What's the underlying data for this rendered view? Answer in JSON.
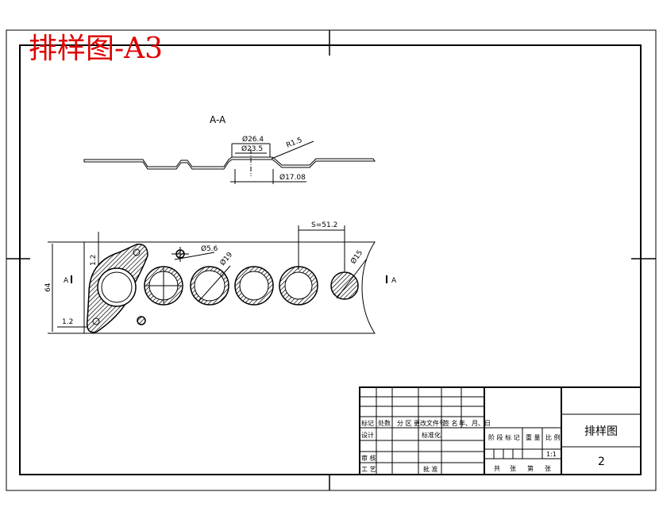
{
  "sheet": {
    "title": "排样图-A3",
    "colors": {
      "title": "#e00000",
      "line": "#000000",
      "background": "#ffffff"
    }
  },
  "section_view": {
    "label": "A-A",
    "dims": {
      "d1": "Ø26.4",
      "d2": "Ø23.5",
      "r": "R1.5",
      "d3": "Ø17.08"
    }
  },
  "strip_view": {
    "dims": {
      "pitch": "S=51.2",
      "hole_small": "Ø5.6",
      "hole_mid": "Ø19",
      "hole_pierce": "Ø15",
      "width": "64",
      "margin_top": "1.2",
      "margin_left": "1.2",
      "section_a_left": "A",
      "section_a_right": "A"
    }
  },
  "title_block": {
    "headers": [
      "标记",
      "处数",
      "分 区",
      "更改文件号",
      "签 名",
      "年、月、日"
    ],
    "design": "设计",
    "standard": "标准化",
    "check": "审 核",
    "process": "工 艺",
    "approve": "批 准",
    "stage": "阶 段 标 记",
    "weight": "重 量",
    "ratio": "比 例",
    "ratio_value": "1:1",
    "sheet_info": [
      "共",
      "张",
      "第",
      "张"
    ],
    "drawing_name": "排样图",
    "drawing_no": "2"
  }
}
